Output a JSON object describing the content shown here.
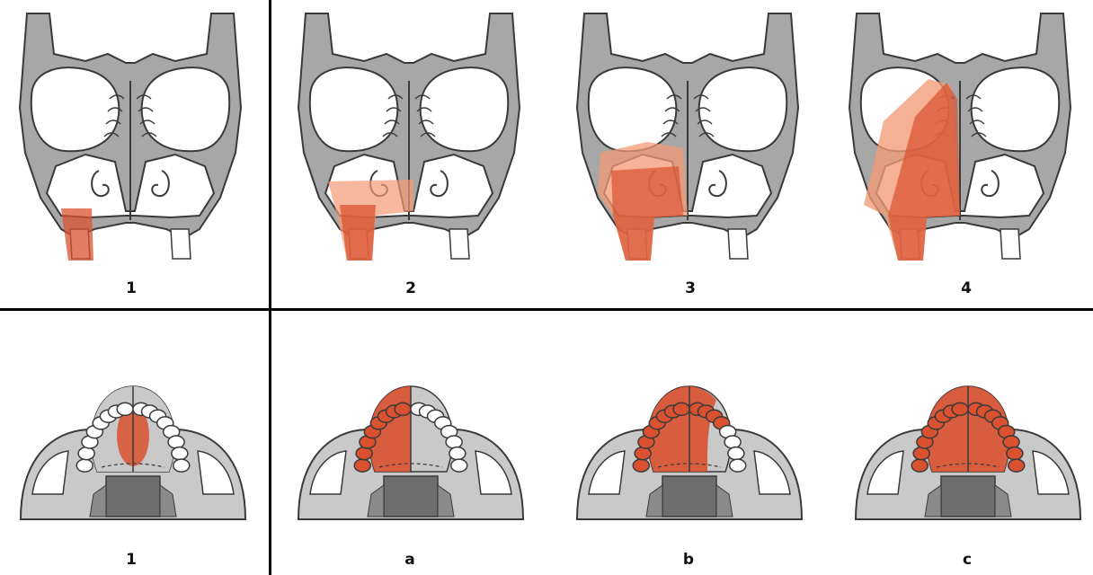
{
  "colors": {
    "bone": "#a7a7a7",
    "bone_light": "#c9c9c9",
    "outline": "#3a3a3a",
    "lesion": "#d9512f",
    "lesion_light": "#f39a76",
    "lesion_dark": "#b8402a",
    "background": "#ffffff"
  },
  "top_row": {
    "view": "coronal-skull",
    "panels": [
      {
        "label": "1",
        "extent": "alveolus"
      },
      {
        "label": "2",
        "extent": "lower-maxilla"
      },
      {
        "label": "3",
        "extent": "maxilla-to-orbital-floor"
      },
      {
        "label": "4",
        "extent": "maxilla-and-orbit"
      }
    ]
  },
  "bottom_row": {
    "view": "palate-from-below",
    "panels": [
      {
        "label": "1",
        "extent": "central-palate"
      },
      {
        "label": "a",
        "extent": "hemipalate"
      },
      {
        "label": "b",
        "extent": "palate-crossing-midline"
      },
      {
        "label": "c",
        "extent": "entire-palate"
      }
    ]
  }
}
